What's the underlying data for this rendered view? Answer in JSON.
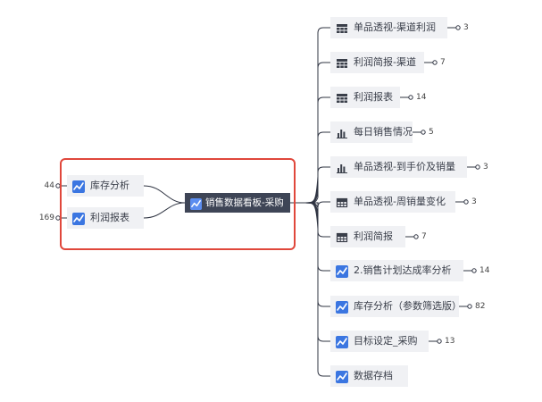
{
  "root": {
    "label": "销售数据看板-采购",
    "icon": "trend-chart-icon"
  },
  "left_nodes": [
    {
      "label": "库存分析",
      "count": "44",
      "icon": "trend-chart-icon"
    },
    {
      "label": "利润报表",
      "count": "169",
      "icon": "trend-chart-icon"
    }
  ],
  "right_nodes": [
    {
      "label": "单品透视-渠道利润",
      "count": "3",
      "icon": "table-icon"
    },
    {
      "label": "利润简报-渠道",
      "count": "7",
      "icon": "table-icon"
    },
    {
      "label": "利润报表",
      "count": "14",
      "icon": "table-icon"
    },
    {
      "label": "每日销售情况",
      "count": "5",
      "icon": "bar-chart-icon"
    },
    {
      "label": "单品透视-到手价及销量",
      "count": "3",
      "icon": "bar-chart-icon"
    },
    {
      "label": "单品透视-周销量变化",
      "count": "3",
      "icon": "grid-table-icon"
    },
    {
      "label": "利润简报",
      "count": "7",
      "icon": "grid-table-icon"
    },
    {
      "label": "2.销售计划达成率分析",
      "count": "14",
      "icon": "trend-chart-icon"
    },
    {
      "label": "库存分析（参数筛选版）",
      "count": "82",
      "icon": "trend-chart-icon"
    },
    {
      "label": "目标设定_采购",
      "count": "13",
      "icon": "trend-chart-icon"
    },
    {
      "label": "数据存档",
      "count": "",
      "icon": "trend-chart-icon"
    }
  ],
  "colors": {
    "root_bg": "#3e4556",
    "node_bg": "#f0f1f4",
    "line": "#2f3442",
    "highlight": "#e0473b",
    "icon_blue": "#3b76e1"
  }
}
